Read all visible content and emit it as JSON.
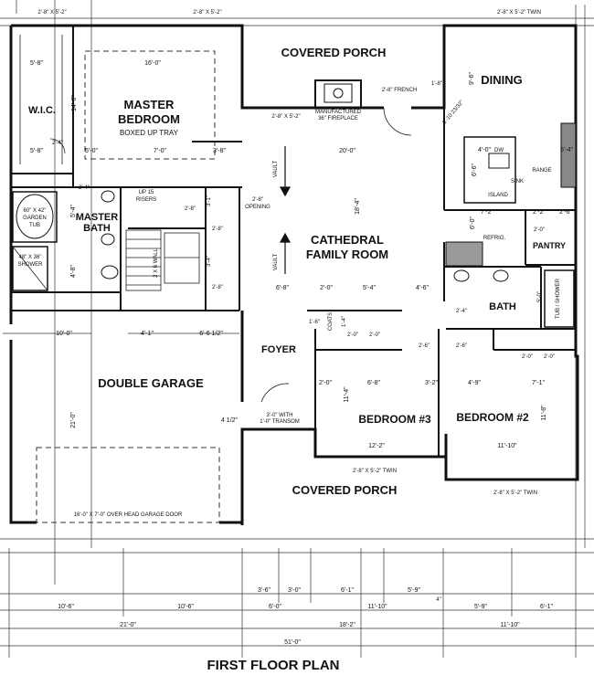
{
  "plan_title": "FIRST FLOOR PLAN",
  "rooms": {
    "covered_porch_rear": "COVERED PORCH",
    "dining": "DINING",
    "master_bedroom_1": "MASTER",
    "master_bedroom_2": "BEDROOM",
    "master_tray": "BOXED UP TRAY",
    "wic": "W.I.C.",
    "master_bath_1": "MASTER",
    "master_bath_2": "BATH",
    "family_room_1": "CATHEDRAL",
    "family_room_2": "FAMILY ROOM",
    "foyer": "FOYER",
    "double_garage": "DOUBLE GARAGE",
    "bedroom3": "BEDROOM #3",
    "bedroom2": "BEDROOM #2",
    "bath": "BATH",
    "pantry": "PANTRY",
    "covered_porch_front": "COVERED PORCH"
  },
  "fixtures": {
    "fireplace_1": "MANUFACTURED",
    "fireplace_2": "36\" FIREPLACE",
    "garden_tub_1": "60\" X 42\"",
    "garden_tub_2": "GARDEN",
    "garden_tub_3": "TUB",
    "shower_1": "48\" X 36\"",
    "shower_2": "SHOWER",
    "refrig": "REFRIG.",
    "dw": "DW",
    "sink": "SINK",
    "island": "ISLAND",
    "range": "RANGE",
    "tub_shower": "TUB / SHOWER",
    "coats": "COATS",
    "stairs_1": "UP 15",
    "stairs_2": "RISERS",
    "wall_2x6": "2 X 6 WALL",
    "garage_door": "16'-0\" X 7'-0\" OVER HEAD GARAGE DOOR",
    "transom_1": "3'-0\" WITH",
    "transom_2": "1'-0\" TRANSOM",
    "opening_1": "2'-8\"",
    "opening_2": "OPENING",
    "vault_1": "VAULT",
    "vault_2": "VAULT"
  },
  "windows": {
    "top_left_1": "2'-8\" X 5'-2\"",
    "top_left_2": "2'-8\" X 5'-2\"",
    "top_right_twin": "2'-8\" X 5'-2\" TWIN",
    "porch_window": "2'-8\" X 5'-2\"",
    "french": "2'-8\" FRENCH",
    "front_twin": "2'-8\" X 5'-2\" TWIN",
    "bed2_twin": "2'-8\" X 5'-2\" TWIN"
  },
  "dimensions": {
    "d_5_8a": "5'-8\"",
    "d_16_0": "16'-0\"",
    "d_14_0": "14'-0\"",
    "d_5_8b": "5'-8\"",
    "d_5_0": "5'-0\"",
    "d_7_0": "7'-0\"",
    "d_3_8": "3'-8\"",
    "d_20_0": "20'-0\"",
    "d_2_4a": "2'-4\"",
    "d_2_4b": "2'-4\"",
    "d_1_8": "1'-8\"",
    "d_9_6": "9'-6\"",
    "d_3_10": "3'-10 23/32\"",
    "d_4_0": "4'-0\"",
    "d_6_4": "6'-4\"",
    "d_6_6": "6'-6\"",
    "d_7_2": "7'-2\"",
    "d_2_2": "2'-2\"",
    "d_2_6a": "2'-6\"",
    "d_6_0a": "6'-0\"",
    "d_2_0a": "2'-0\"",
    "d_5_4a": "5'-4\"",
    "d_4_8": "4'-8\"",
    "d_2_8a": "2'-8\"",
    "d_2_8b": "2'-8\"",
    "d_2_8c": "2'-8\"",
    "d_3_1": "3'-1\"",
    "d_3_4": "3'-4\"",
    "d_18_4": "18'-4\"",
    "d_6_8a": "6'-8\"",
    "d_2_0b": "2'-0\"",
    "d_5_4b": "5'-4\"",
    "d_4_6": "4'-6\"",
    "d_5_0b": "5'-0\"",
    "d_2_4c": "2'-4\"",
    "d_1_6": "1'-6\"",
    "d_1_4": "1'-4\"",
    "d_10_0": "10'-0\"",
    "d_4_1": "4'-1\"",
    "d_6_6h": "6'-6 1/2\"",
    "d_2_0c": "2'-0\"",
    "d_2_0d": "2'-0\"",
    "d_2_6b": "2'-6\"",
    "d_2_6c": "2'-6\"",
    "d_2_0e": "2'-0\"",
    "d_2_0f": "2'-0\"",
    "d_21_0v": "21'-0\"",
    "d_2_0g": "2'-0\"",
    "d_6_8b": "6'-8\"",
    "d_3_2": "3'-2\"",
    "d_4_9": "4'-9\"",
    "d_7_1": "7'-1\"",
    "d_11_4": "11'-4\"",
    "d_11_8": "11'-8\"",
    "d_4_half": "4 1/2\"",
    "d_12_2": "12'-2\"",
    "d_11_10a": "11'-10\"",
    "b_3_6": "3'-6\"",
    "b_3_0": "3'-0\"",
    "b_6_1a": "6'-1\"",
    "b_5_9a": "5'-9\"",
    "b_4": "4\"",
    "b_10_6a": "10'-6\"",
    "b_10_6b": "10'-6\"",
    "b_6_0": "6'-0\"",
    "b_11_10b": "11'-10\"",
    "b_5_9b": "5'-9\"",
    "b_6_1b": "6'-1\"",
    "b_21_0": "21'-0\"",
    "b_18_2": "18'-2\"",
    "b_11_10c": "11'-10\"",
    "b_51_0": "51'-0\""
  }
}
